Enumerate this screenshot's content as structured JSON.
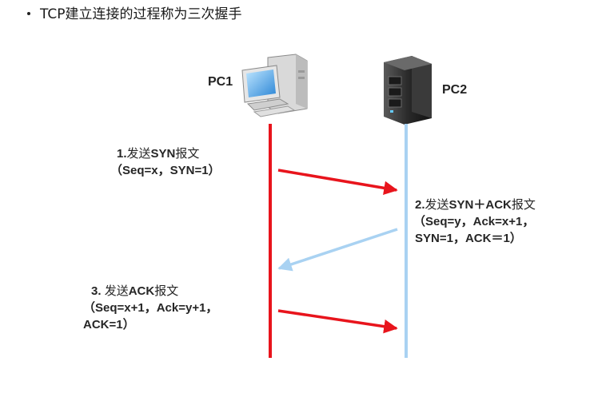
{
  "heading": "TCP建立连接的过程称为三次握手",
  "hosts": {
    "pc1": "PC1",
    "pc2": "PC2"
  },
  "messages": {
    "m1": {
      "line1_num": "1.",
      "line1_cn": "发送",
      "line1_flag": "SYN",
      "line1_cn2": "报文",
      "line2": "（Seq=x，SYN=1）"
    },
    "m2": {
      "line1_num": "2.",
      "line1_cn": "发送",
      "line1_flag": "SYN＋ACK",
      "line1_cn2": "报文",
      "line2": "（Seq=y，Ack=x+1，",
      "line3": "SYN=1，ACK＝1）"
    },
    "m3": {
      "line1_num": "3. ",
      "line1_cn": "发送",
      "line1_flag": "ACK",
      "line1_cn2": "报文",
      "line2": "（Seq=x+1，Ack=y+1，",
      "line3": "ACK=1）"
    }
  },
  "colors": {
    "pc1_line": "#e8141c",
    "pc2_line": "#a9d2f2",
    "arrow_red": "#e8141c",
    "arrow_blue": "#a9d2f2"
  },
  "icons": {
    "pc1": "desktop-computer-icon",
    "pc2": "server-tower-icon"
  }
}
